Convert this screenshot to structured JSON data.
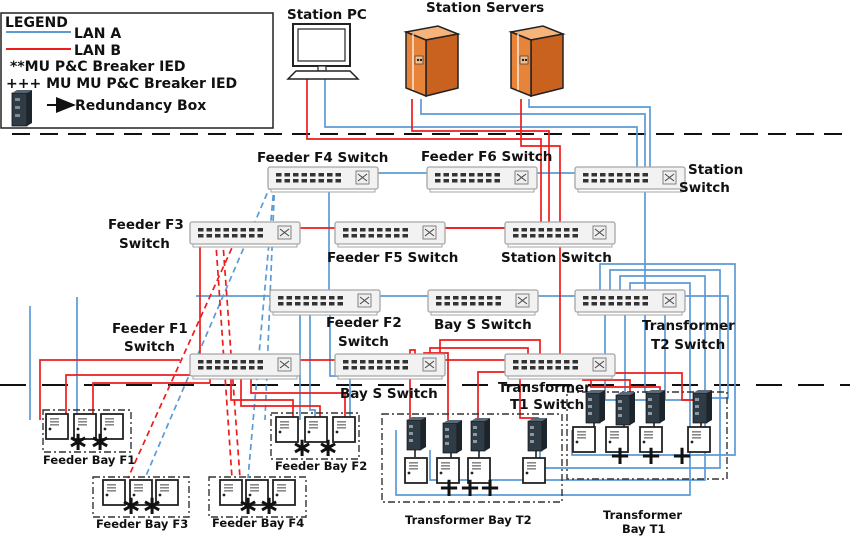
{
  "legend": {
    "title": "LEGEND",
    "items": [
      {
        "key": "lan_a",
        "label": "LAN A",
        "symbol": "blue-line",
        "color": "#5b9bd5"
      },
      {
        "key": "lan_b",
        "label": "LAN B",
        "symbol": "red-line",
        "color": "#ee1c1c"
      },
      {
        "key": "star",
        "label": "**MU P&C Breaker IED",
        "symbol": "asterisks"
      },
      {
        "key": "plus",
        "label": "+++ MU MU P&C Breaker IED",
        "symbol": "plus-signs"
      },
      {
        "key": "redbox",
        "label": "Redundancy Box",
        "symbol": "redundancy-box-icon"
      }
    ]
  },
  "colors": {
    "lan_a": "#5b9bd5",
    "lan_b": "#ee1c1c",
    "server": "#e8843a",
    "switch_fill": "#f2f2f2",
    "switch_border": "#a6a6a6"
  },
  "station_level": {
    "pc": {
      "label": "Station PC"
    },
    "servers": {
      "label": "Station Servers",
      "count": 2
    }
  },
  "switches": [
    {
      "id": "f4",
      "label": "Feeder F4 Switch",
      "lan": "A"
    },
    {
      "id": "f6",
      "label": "Feeder F6 Switch",
      "lan": "A"
    },
    {
      "id": "stA",
      "label": "Station Switch",
      "lan": "A"
    },
    {
      "id": "f3",
      "label": "Feeder F3 Switch",
      "lan": "B"
    },
    {
      "id": "f5",
      "label": "Feeder F5 Switch",
      "lan": "B"
    },
    {
      "id": "stB",
      "label": "Station Switch",
      "lan": "B"
    },
    {
      "id": "f2",
      "label": "Feeder F2 Switch",
      "lan": "A"
    },
    {
      "id": "bsA",
      "label": "Bay S Switch",
      "lan": "A"
    },
    {
      "id": "t2",
      "label": "Transformer T2 Switch",
      "lan": "A"
    },
    {
      "id": "f1",
      "label": "Feeder F1 Switch",
      "lan": "B"
    },
    {
      "id": "bsB",
      "label": "Bay S Switch",
      "lan": "B"
    },
    {
      "id": "t1",
      "label": "Transformer T1 Switch",
      "lan": "B"
    }
  ],
  "bays": [
    {
      "id": "bf1",
      "label": "Feeder Bay F1",
      "ieds": 3,
      "marks": "**"
    },
    {
      "id": "bf2",
      "label": "Feeder Bay F2",
      "ieds": 3,
      "marks": "**"
    },
    {
      "id": "bf3",
      "label": "Feeder Bay F3",
      "ieds": 3,
      "marks": "**"
    },
    {
      "id": "bf4",
      "label": "Feeder Bay F4",
      "ieds": 3,
      "marks": "**"
    },
    {
      "id": "bt2",
      "label": "Transformer Bay T2",
      "ieds": 4,
      "redboxes": 4,
      "marks": "+++"
    },
    {
      "id": "bt1",
      "label": "Transformer Bay T1",
      "ieds": 4,
      "redboxes": 4,
      "marks": "+++"
    }
  ]
}
